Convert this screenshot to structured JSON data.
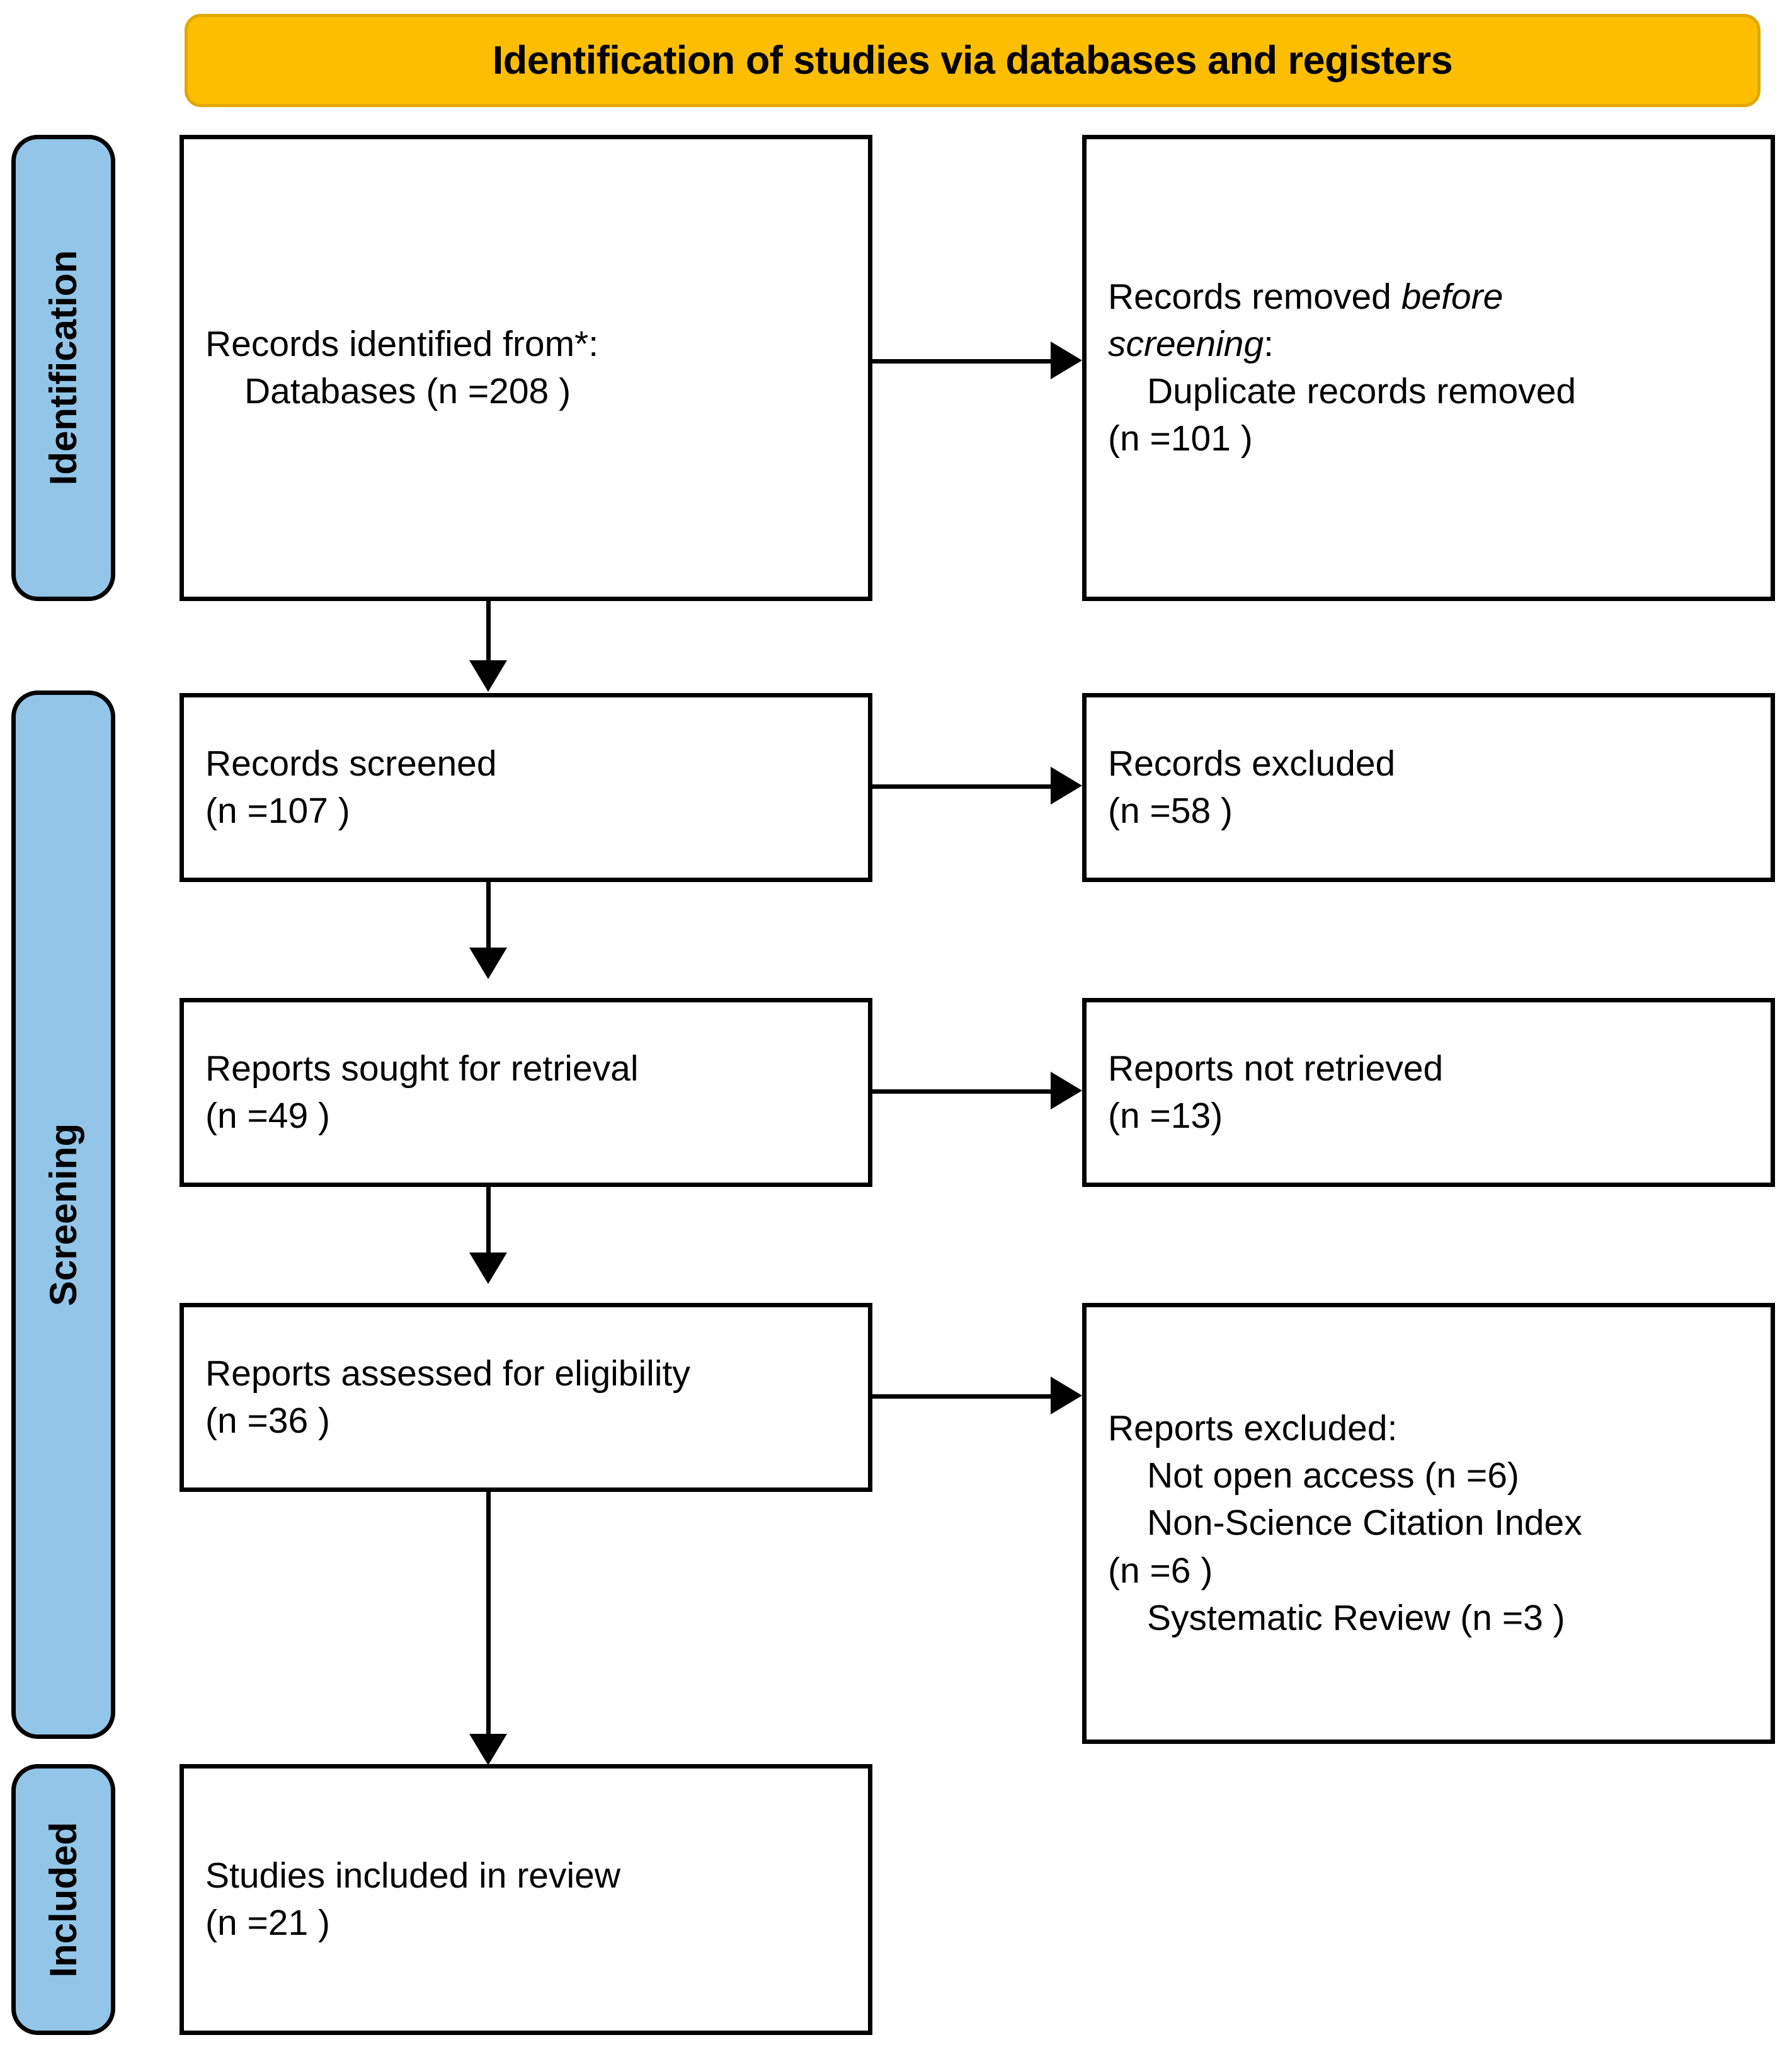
{
  "diagram": {
    "title": "Identification of studies via databases and registers",
    "colors": {
      "banner": "#FDBE02",
      "stage_label": "#92C5E8",
      "border": "#000000",
      "box_fill": "#FFFFFF"
    }
  },
  "stages": [
    {
      "id": "identification",
      "label": "Identification"
    },
    {
      "id": "screening",
      "label": "Screening"
    },
    {
      "id": "included",
      "label": "Included"
    }
  ],
  "boxes": {
    "records_identified": {
      "line1": "Records identified from*:",
      "line2": "Databases (n =208 )"
    },
    "records_removed": {
      "line1_a": "Records removed ",
      "line1_b": "before",
      "line2_a": "screening",
      "line2_b": ":",
      "line3": "Duplicate records removed",
      "line4": "(n =101 )"
    },
    "records_screened": {
      "line1": "Records screened",
      "line2": "(n =107 )"
    },
    "records_excluded": {
      "line1": "Records excluded",
      "line2": "(n =58 )"
    },
    "reports_sought": {
      "line1": "Reports sought for retrieval",
      "line2": "(n =49 )"
    },
    "reports_not_retrieved": {
      "line1": "Reports not retrieved",
      "line2": "(n =13)"
    },
    "reports_assessed": {
      "line1": "Reports assessed for eligibility",
      "line2": "(n =36 )"
    },
    "reports_excluded": {
      "line1": "Reports excluded:",
      "line2": "Not open access (n =6)",
      "line3": "Non-Science Citation Index",
      "line4": "(n =6 )",
      "line5": "Systematic Review (n =3 )"
    },
    "studies_included": {
      "line1": "Studies included in review",
      "line2": "(n =21 )"
    }
  },
  "chart_data": {
    "type": "diagram",
    "title": "Identification of studies via databases and registers",
    "nodes": [
      {
        "id": "records_identified",
        "stage": "Identification",
        "label": "Records identified from*: Databases",
        "n": 208
      },
      {
        "id": "records_removed",
        "stage": "Identification",
        "label": "Records removed before screening: Duplicate records removed",
        "n": 101
      },
      {
        "id": "records_screened",
        "stage": "Screening",
        "label": "Records screened",
        "n": 107
      },
      {
        "id": "records_excluded",
        "stage": "Screening",
        "label": "Records excluded",
        "n": 58
      },
      {
        "id": "reports_sought",
        "stage": "Screening",
        "label": "Reports sought for retrieval",
        "n": 49
      },
      {
        "id": "reports_not_retrieved",
        "stage": "Screening",
        "label": "Reports not retrieved",
        "n": 13
      },
      {
        "id": "reports_assessed",
        "stage": "Screening",
        "label": "Reports assessed for eligibility",
        "n": 36
      },
      {
        "id": "reports_excluded",
        "stage": "Screening",
        "label": "Reports excluded",
        "reasons": [
          {
            "reason": "Not open access",
            "n": 6
          },
          {
            "reason": "Non-Science Citation Index",
            "n": 6
          },
          {
            "reason": "Systematic Review",
            "n": 3
          }
        ]
      },
      {
        "id": "studies_included",
        "stage": "Included",
        "label": "Studies included in review",
        "n": 21
      }
    ],
    "edges": [
      {
        "from": "records_identified",
        "to": "records_removed",
        "direction": "right"
      },
      {
        "from": "records_identified",
        "to": "records_screened",
        "direction": "down"
      },
      {
        "from": "records_screened",
        "to": "records_excluded",
        "direction": "right"
      },
      {
        "from": "records_screened",
        "to": "reports_sought",
        "direction": "down"
      },
      {
        "from": "reports_sought",
        "to": "reports_not_retrieved",
        "direction": "right"
      },
      {
        "from": "reports_sought",
        "to": "reports_assessed",
        "direction": "down"
      },
      {
        "from": "reports_assessed",
        "to": "reports_excluded",
        "direction": "right"
      },
      {
        "from": "reports_assessed",
        "to": "studies_included",
        "direction": "down"
      }
    ]
  }
}
